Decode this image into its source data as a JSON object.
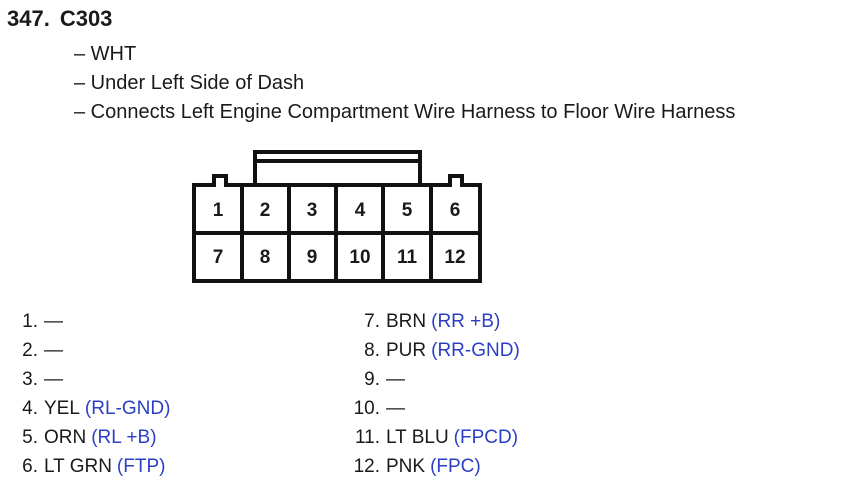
{
  "connector": {
    "number": "347.",
    "name": "C303",
    "details": [
      "– WHT",
      "– Under Left Side of Dash",
      "– Connects Left Engine Compartment Wire Harness to Floor Wire Harness"
    ],
    "cells": [
      "1",
      "2",
      "3",
      "4",
      "5",
      "6",
      "7",
      "8",
      "9",
      "10",
      "11",
      "12"
    ]
  },
  "pins": [
    {
      "num": "1.",
      "color": "—",
      "circuit": ""
    },
    {
      "num": "2.",
      "color": "—",
      "circuit": ""
    },
    {
      "num": "3.",
      "color": "—",
      "circuit": ""
    },
    {
      "num": "4.",
      "color": "YEL",
      "circuit": "(RL-GND)"
    },
    {
      "num": "5.",
      "color": "ORN",
      "circuit": "(RL +B)"
    },
    {
      "num": "6.",
      "color": "LT GRN",
      "circuit": "(FTP)"
    },
    {
      "num": "7.",
      "color": "BRN",
      "circuit": "(RR +B)"
    },
    {
      "num": "8.",
      "color": "PUR",
      "circuit": "(RR-GND)"
    },
    {
      "num": "9.",
      "color": "—",
      "circuit": ""
    },
    {
      "num": "10.",
      "color": "—",
      "circuit": ""
    },
    {
      "num": "11.",
      "color": "LT BLU",
      "circuit": "(FPCD)"
    },
    {
      "num": "12.",
      "color": "PNK",
      "circuit": "(FPC)"
    }
  ],
  "colors": {
    "circuit_text": "#2b3fc4",
    "line": "#111111"
  }
}
